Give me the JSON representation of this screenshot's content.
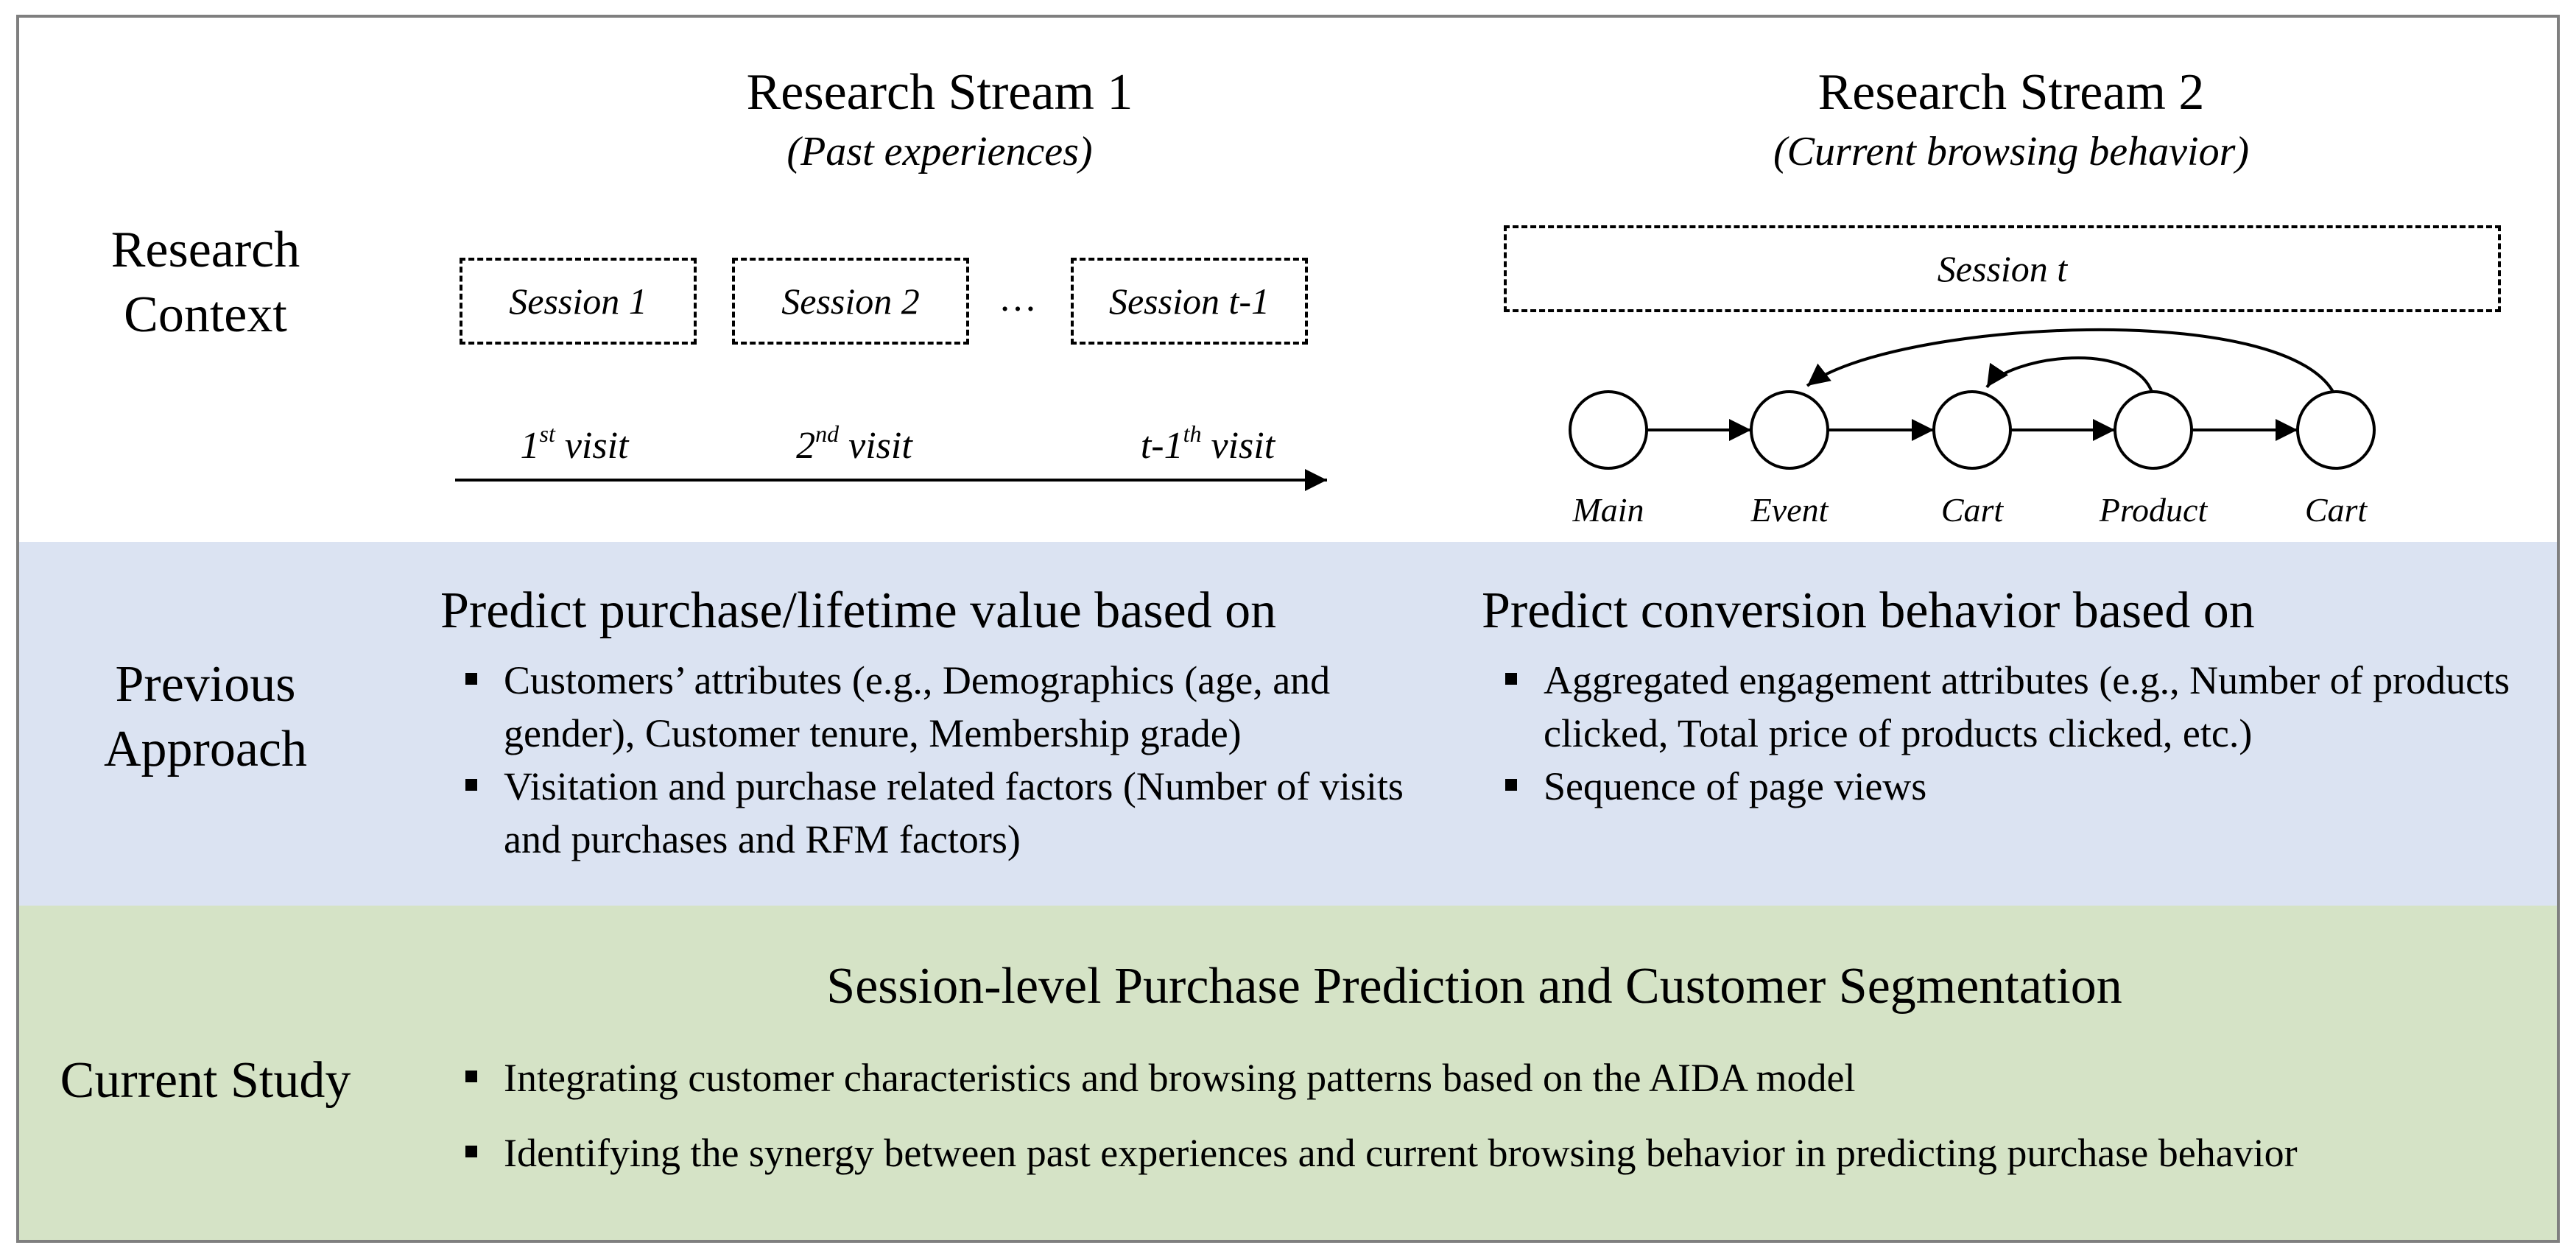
{
  "colors": {
    "previous_band": "#dbe3f2",
    "current_band": "#d5e3c6",
    "frame_border": "#7f7f7f"
  },
  "rows": {
    "research_context": [
      "Research",
      "Context"
    ],
    "previous_approach": [
      "Previous",
      "Approach"
    ],
    "current_study": [
      "Current Study"
    ]
  },
  "stream1": {
    "title": "Research Stream 1",
    "subtitle": "(Past experiences)",
    "sessions": [
      "Session 1",
      "Session 2",
      "Session t-1"
    ],
    "ellipsis": "…",
    "visits": [
      {
        "base": "1",
        "sup": "st",
        "rest": " visit"
      },
      {
        "base": "2",
        "sup": "nd",
        "rest": " visit"
      },
      {
        "base": "t-1",
        "sup": "th",
        "rest": " visit"
      }
    ]
  },
  "stream2": {
    "title": "Research Stream 2",
    "subtitle": "(Current browsing behavior)",
    "session": "Session t",
    "nodes": [
      "Main",
      "Event",
      "Cart",
      "Product",
      "Cart"
    ]
  },
  "previous": {
    "left": {
      "heading": "Predict purchase/lifetime value based on",
      "bullets": [
        "Customers’ attributes (e.g., Demographics (age, and gender), Customer tenure, Membership grade)",
        "Visitation and purchase related factors (Number of visits and purchases and RFM factors)"
      ]
    },
    "right": {
      "heading": "Predict conversion behavior based on",
      "bullets": [
        "Aggregated engagement attributes (e.g., Number of products clicked, Total price of products clicked, etc.)",
        "Sequence of page views"
      ]
    }
  },
  "current": {
    "heading": "Session-level Purchase Prediction and Customer Segmentation",
    "bullets": [
      "Integrating customer characteristics and browsing patterns based on the AIDA model",
      "Identifying the synergy between past experiences and current browsing behavior in predicting purchase behavior"
    ]
  }
}
